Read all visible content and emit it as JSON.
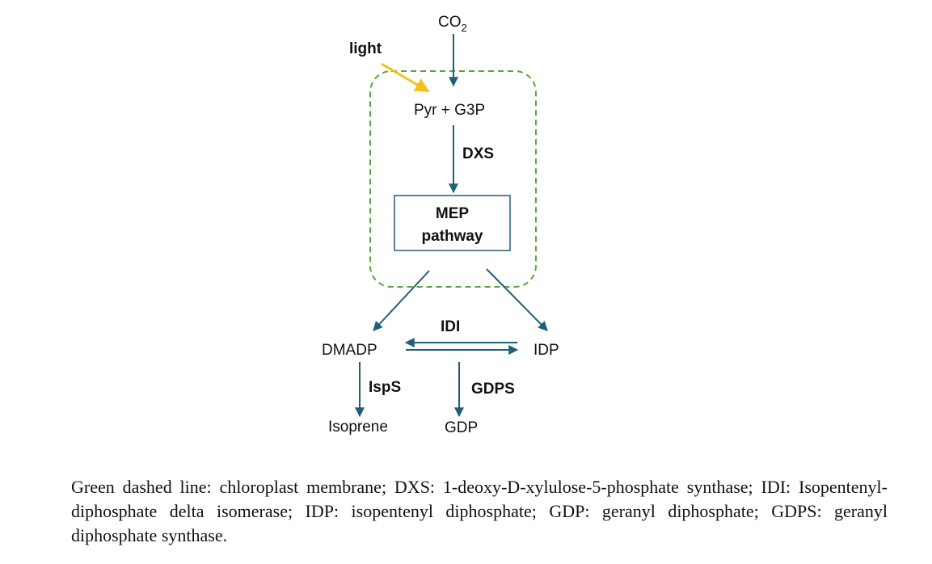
{
  "colors": {
    "arrow": "#1f5f7a",
    "membrane": "#5aa63a",
    "light": "#f2c21b",
    "text": "#111111"
  },
  "nodes": {
    "co2_main": "CO",
    "co2_sub": "2",
    "light": "light",
    "pyr_g3p": "Pyr + G3P",
    "mep_line1": "MEP",
    "mep_line2": "pathway",
    "dmadp": "DMADP",
    "idp": "IDP",
    "isoprene": "Isoprene",
    "gdp": "GDP"
  },
  "enzymes": {
    "dxs": "DXS",
    "idi": "IDI",
    "isps": "IspS",
    "gdps": "GDPS"
  },
  "caption": "Green dashed line: chloroplast membrane; DXS: 1-deoxy-D-xylulose-5-phosphate synthase; IDI: Isopentenyl-diphosphate delta isomerase; IDP: isopentenyl diphosphate; GDP: geranyl diphosphate; GDPS: geranyl diphosphate synthase."
}
